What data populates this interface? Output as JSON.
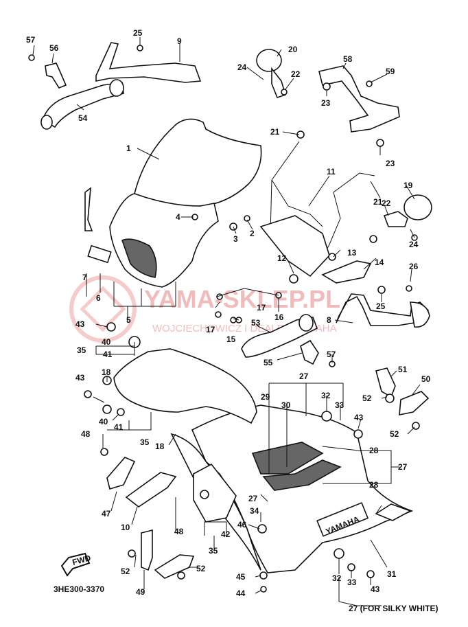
{
  "watermark": {
    "line1": "YAMA-SKLEP.PL",
    "line2": "WOJCIECHOWICZ I DEALER YAMAHA"
  },
  "footer": {
    "code": "3HE300-3370",
    "note": "27 (FOR SILKY WHITE)"
  },
  "diagram": {
    "brand_decal": "YAMAHA",
    "fwd_label": "FWD",
    "labels": [
      "57",
      "56",
      "25",
      "9",
      "54",
      "20",
      "24",
      "22",
      "58",
      "59",
      "23",
      "21",
      "23",
      "1",
      "11",
      "21",
      "19",
      "22",
      "4",
      "3",
      "2",
      "24",
      "7",
      "6",
      "12",
      "13",
      "14",
      "26",
      "25",
      "5",
      "17",
      "16",
      "17",
      "15",
      "53",
      "8",
      "43",
      "40",
      "35",
      "41",
      "55",
      "57",
      "18",
      "27",
      "51",
      "43",
      "29",
      "30",
      "32",
      "33",
      "52",
      "50",
      "40",
      "41",
      "35",
      "18",
      "43",
      "48",
      "28",
      "27",
      "52",
      "28",
      "47",
      "10",
      "48",
      "27",
      "34",
      "42",
      "46",
      "35",
      "52",
      "52",
      "45",
      "32",
      "33",
      "49",
      "31",
      "44",
      "43"
    ]
  },
  "colors": {
    "ink": "#111111",
    "watermark": "#e36a6a"
  }
}
